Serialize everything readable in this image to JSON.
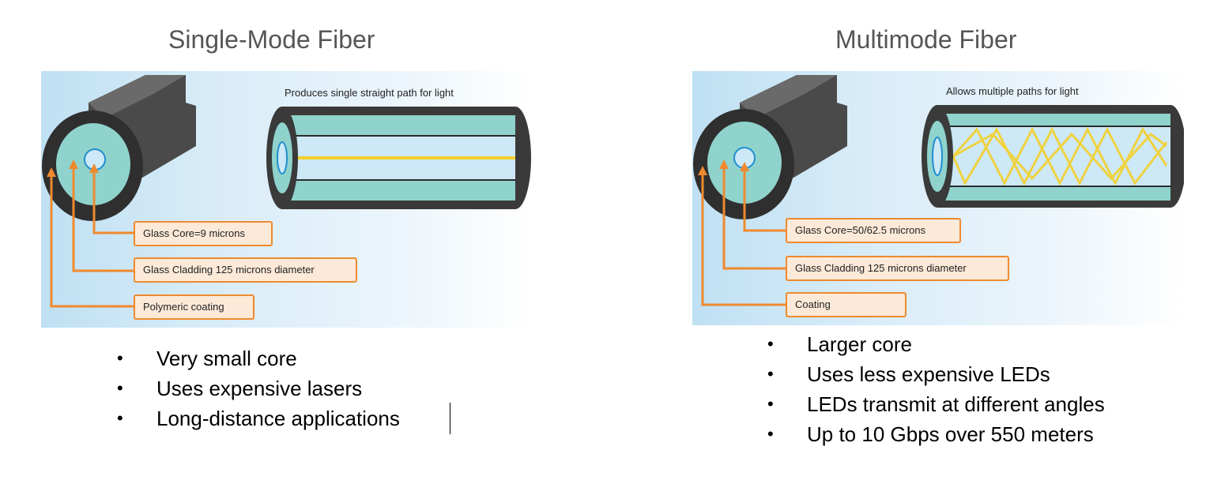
{
  "single_mode": {
    "title": "Single-Mode Fiber",
    "tube_caption": "Produces single straight path for light",
    "callouts": [
      "Glass Core=9 microns",
      "Glass Cladding 125 microns diameter",
      "Polymeric coating"
    ],
    "bullets": [
      "Very small core",
      "Uses expensive lasers",
      "Long-distance applications"
    ]
  },
  "multimode": {
    "title": "Multimode Fiber",
    "tube_caption": "Allows multiple paths for light",
    "callouts": [
      "Glass Core=50/62.5 microns",
      "Glass Cladding 125 microns diameter",
      "Coating"
    ],
    "bullets": [
      "Larger core",
      "Uses less expensive LEDs",
      "LEDs transmit at different angles",
      "Up to 10 Gbps over 550 meters"
    ]
  },
  "colors": {
    "callout_border": "#ef8a2e",
    "callout_fill": "#fce9d8",
    "cable_jacket": "#3a3a3a",
    "cladding": "#8fd3cc",
    "core": "#cde8f7",
    "light_path": "#f3d02a"
  }
}
